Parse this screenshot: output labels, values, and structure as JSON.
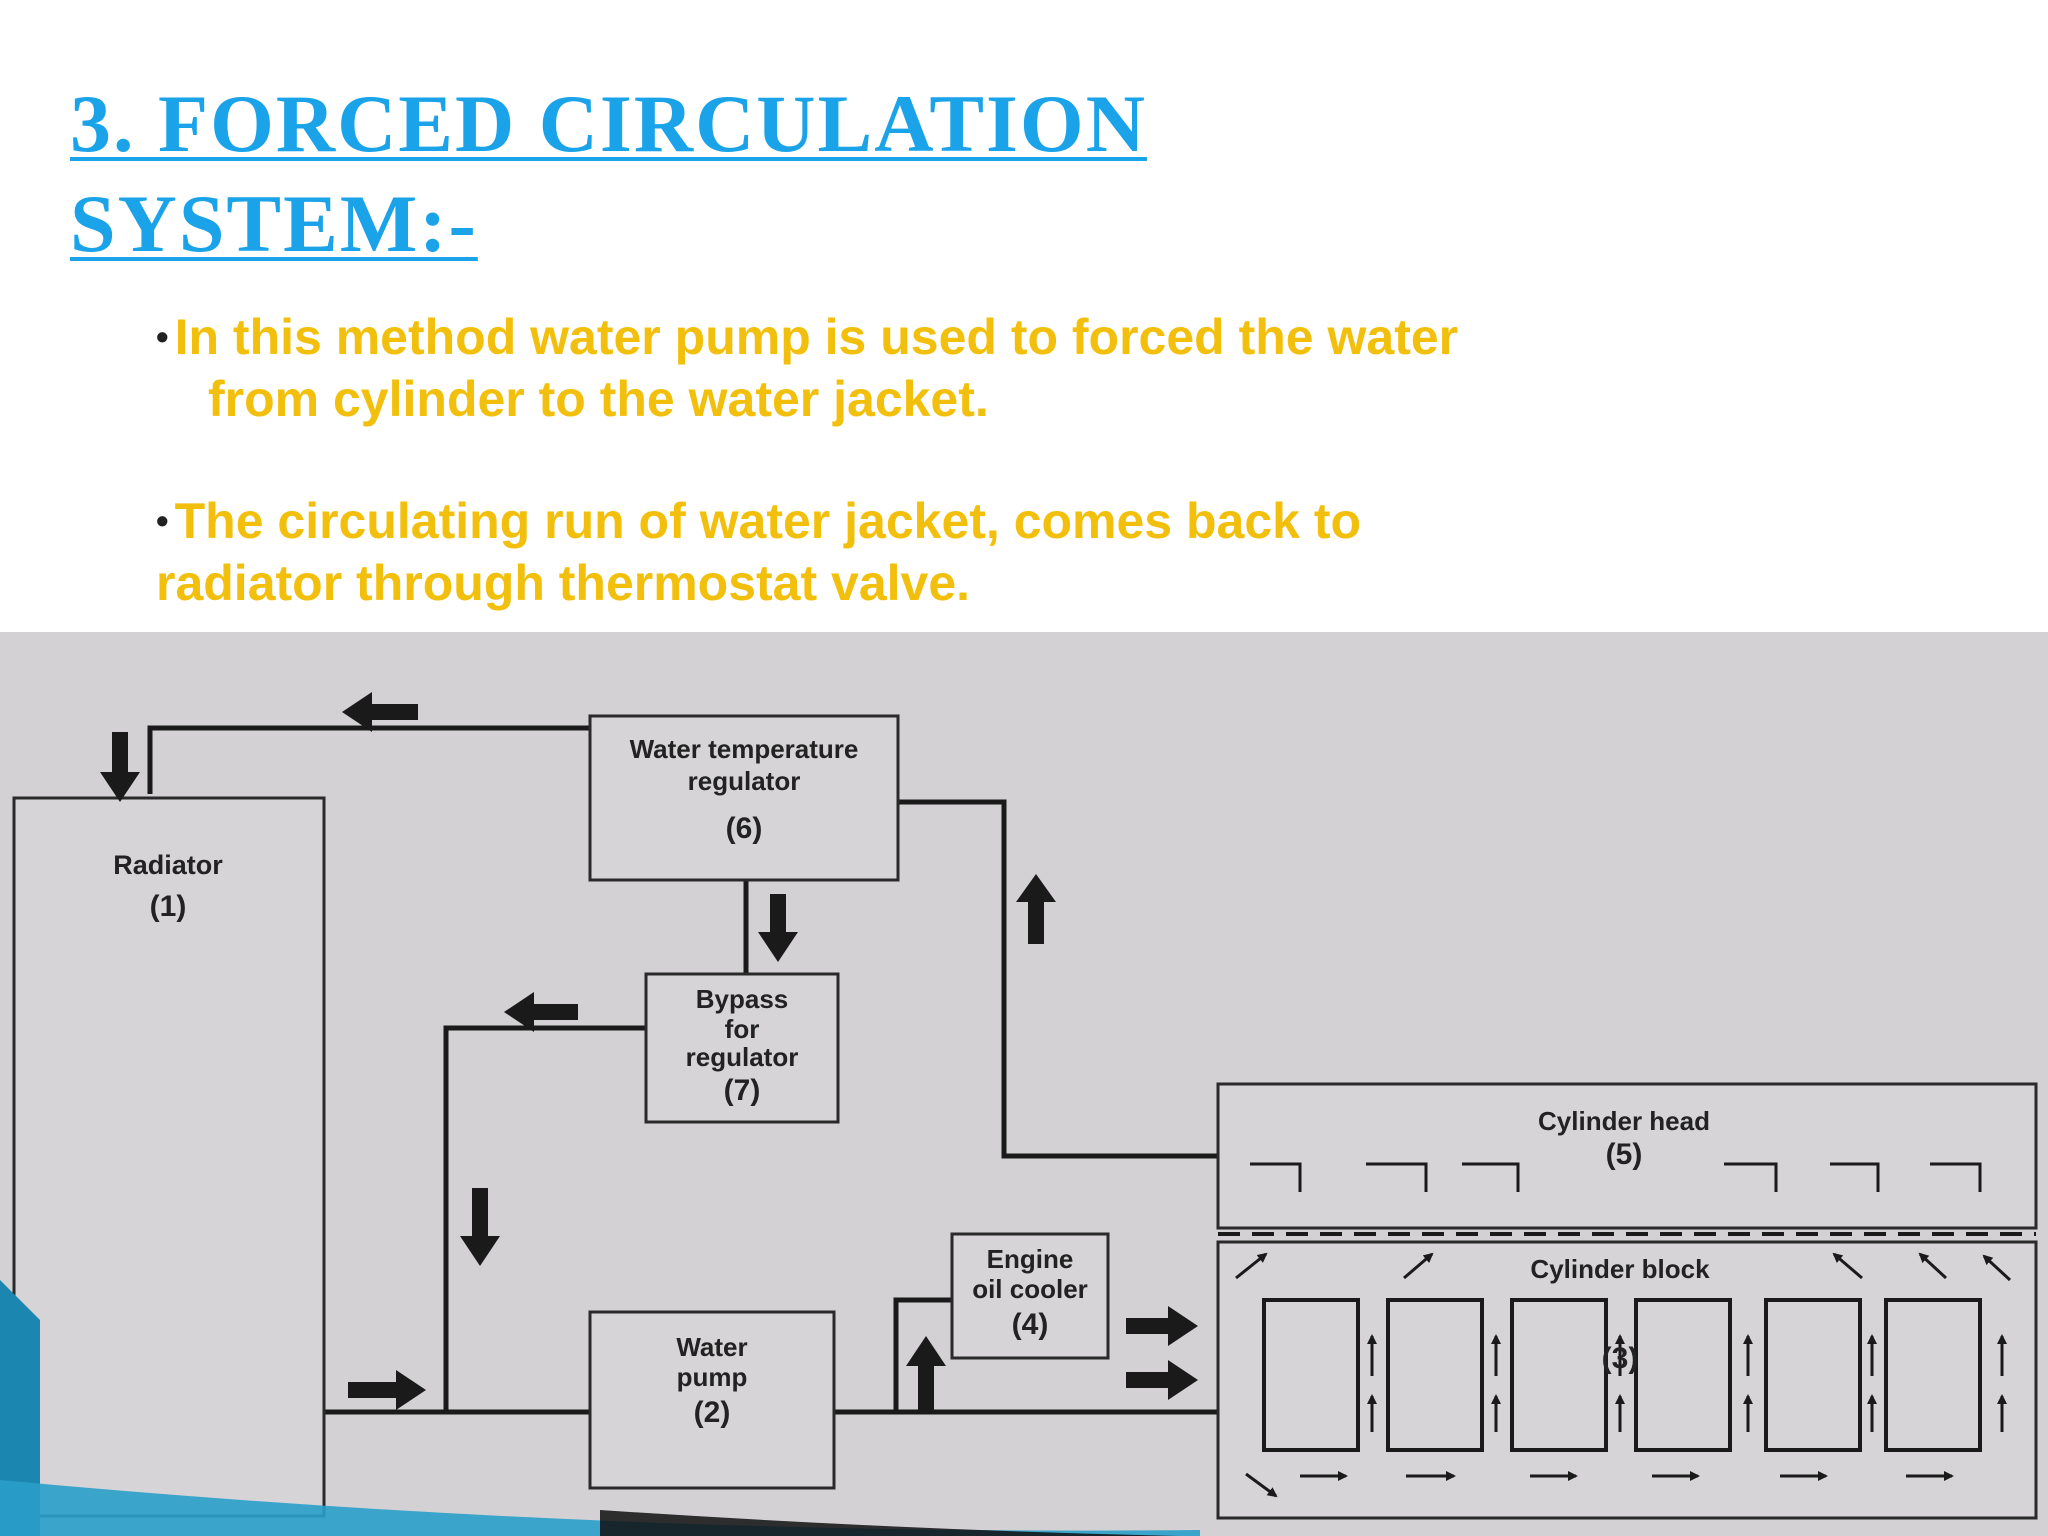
{
  "title": {
    "line1": "3.    Forced Circulation",
    "line2": "System:-"
  },
  "bullets": [
    {
      "line1": "In this method water pump is used to forced the water",
      "line2": "from cylinder to the water jacket."
    },
    {
      "line1": "The circulating run of water jacket, comes back to",
      "line2": "radiator through thermostat valve."
    }
  ],
  "diagram": {
    "radiator": {
      "label": "Radiator",
      "number": "(1)"
    },
    "water_pump": {
      "label1": "Water",
      "label2": "pump",
      "number": "(2)"
    },
    "cylinder_block": {
      "label": "Cylinder block",
      "number": "(3)"
    },
    "oil_cooler": {
      "label1": "Engine",
      "label2": "oil cooler",
      "number": "(4)"
    },
    "cylinder_head": {
      "label": "Cylinder head",
      "number": "(5)"
    },
    "temp_regulator": {
      "label1": "Water temperature",
      "label2": "regulator",
      "number": "(6)"
    },
    "bypass": {
      "label1": "Bypass",
      "label2": "for",
      "label3": "regulator",
      "number": "(7)"
    }
  },
  "colors": {
    "title": "#1aa3e8",
    "bullet_text": "#f2c00c",
    "diagram_bg": "#d3d1d4",
    "line": "#1a1a1a",
    "box_fill": "#d6d4d7"
  }
}
